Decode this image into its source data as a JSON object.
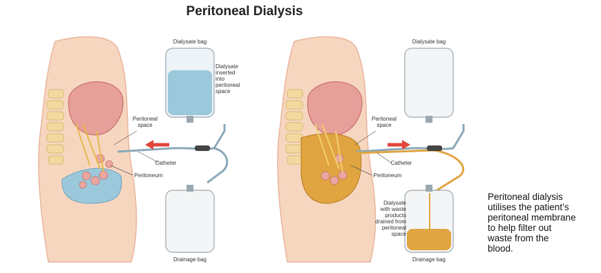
{
  "title": "Peritoneal Dialysis",
  "panel_left": {
    "dialysate_bag_label": "Dialysate bag",
    "fluid_label": "Dialysate\ninserted\ninto\nperitoneal\nspace",
    "space_label": "Peritoneal\nspace",
    "catheter_label": "Catheter",
    "peritoneum_label": "Peritoneum",
    "drainage_bag_label": "Drainage bag"
  },
  "panel_right": {
    "dialysate_bag_label": "Dialysate bag",
    "space_label": "Peritoneal\nspace",
    "catheter_label": "Catheter",
    "peritoneum_label": "Peritoneum",
    "waste_label": "Dialysate\nwith waste\nproducts\ndrained from\nperitoneal\nspace",
    "drainage_bag_label": "Drainage bag"
  },
  "caption": "Peritoneal dialysis\nutilises the patient’s\nperitoneal membrane\nto help filter out\nwaste from the\nblood.",
  "colors": {
    "skin": "#f7d6c0",
    "dialysate": "#9cc8dc",
    "waste": "#e0a440",
    "arrow": "#e0463a"
  }
}
